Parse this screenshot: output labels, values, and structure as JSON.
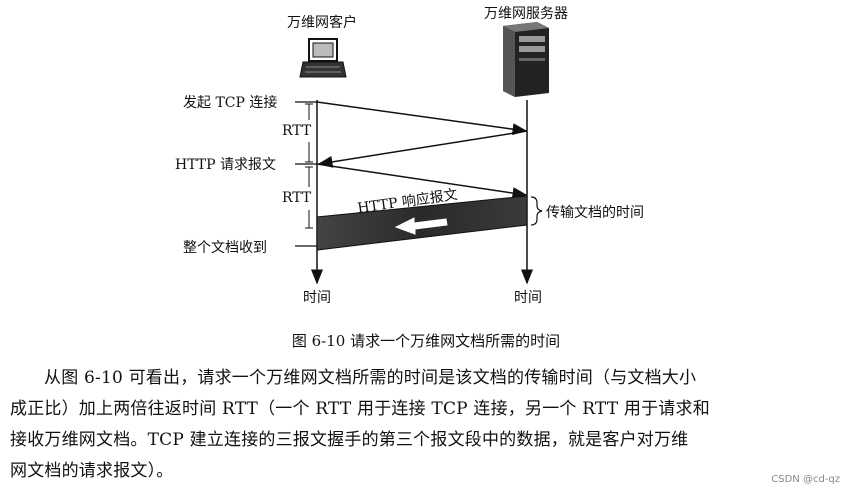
{
  "diagram": {
    "client_label": "万维网客户",
    "server_label": "万维网服务器",
    "left_labels": {
      "tcp_connect": "发起 TCP 连接",
      "rtt1": "RTT",
      "http_request": "HTTP 请求报文",
      "rtt2": "RTT",
      "doc_received": "整个文档收到"
    },
    "response_label": "HTTP 响应报文",
    "transfer_time_label": "传输文档的时间",
    "time_left": "时间",
    "time_right": "时间"
  },
  "caption": "图 6-10 请求一个万维网文档所需的时间",
  "paragraph": {
    "line1": "从图 6-10 可看出，请求一个万维网文档所需的时间是该文档的传输时间（与文档大小",
    "line2": "成正比）加上两倍往返时间 RTT（一个 RTT 用于连接 TCP 连接，另一个 RTT 用于请求和",
    "line3": "接收万维网文档。TCP 建立连接的三报文握手的第三个报文段中的数据，就是客户对万维",
    "line4": "网文档的请求报文）。"
  },
  "watermark": "CSDN @cd-qz"
}
